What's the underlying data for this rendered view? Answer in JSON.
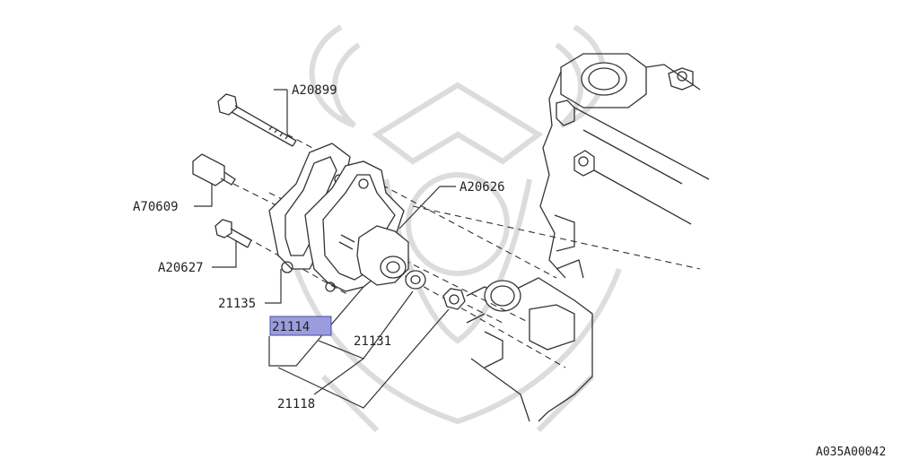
{
  "diagram": {
    "reference_code": "A035A00042",
    "selected_part": "21114",
    "highlight_color": "#9a9cde",
    "callouts": {
      "a20899": "A20899",
      "a20626": "A20626",
      "a70609": "A70609",
      "a20627": "A20627",
      "p21135": "21135",
      "p21114": "21114",
      "p21131": "21131",
      "p21118": "21118"
    }
  }
}
